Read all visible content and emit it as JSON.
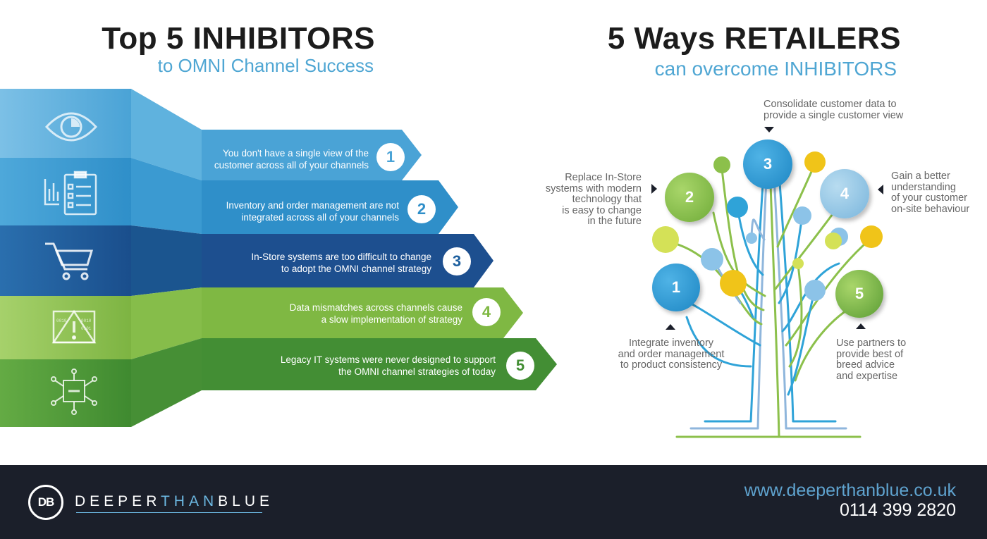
{
  "left": {
    "title": "Top 5 INHIBITORS",
    "subtitle": "to OMNI Channel Success",
    "icons": [
      "eye-icon",
      "clipboard-chart-icon",
      "shopping-cart-icon",
      "warning-triangle-icon",
      "circuit-chip-icon"
    ],
    "items": [
      {
        "number": "1",
        "line1": "You don't have a single view of the",
        "line2": "customer across all of your channels"
      },
      {
        "number": "2",
        "line1": "Inventory and order management are not",
        "line2": "integrated across all of your channels"
      },
      {
        "number": "3",
        "line1": "In-Store systems are too difficult to change",
        "line2": "to adopt the OMNI channel strategy"
      },
      {
        "number": "4",
        "line1": "Data mismatches across channels cause",
        "line2": "a slow implementation of strategy"
      },
      {
        "number": "5",
        "line1": "Legacy IT systems were never designed to support",
        "line2": "the OMNI channel strategies of today"
      }
    ],
    "colors": [
      "#4aa3d6",
      "#2f8fc9",
      "#1d5f9e",
      "#8bc34a",
      "#4f9a3a"
    ]
  },
  "right": {
    "title": "5 Ways RETAILERS",
    "subtitle": "can overcome INHIBITORS",
    "solutions": {
      "s1": {
        "number": "1",
        "lines": [
          "Integrate inventory",
          "and order management",
          "to product consistency"
        ]
      },
      "s2": {
        "number": "2",
        "lines": [
          "Replace In-Store",
          "systems with modern",
          "technology that",
          "is easy to change",
          "in the future"
        ]
      },
      "s3": {
        "number": "3",
        "lines": [
          "Consolidate customer data to",
          "provide a single customer view"
        ]
      },
      "s4": {
        "number": "4",
        "lines": [
          "Gain a better",
          "understanding",
          "of your customer",
          "on-site behaviour"
        ]
      },
      "s5": {
        "number": "5",
        "lines": [
          "Use partners to",
          "provide best of",
          "breed advice",
          "and expertise"
        ]
      }
    }
  },
  "footer": {
    "logo_text": "DB",
    "brand_part1": "DEEPER",
    "brand_part2": "THAN",
    "brand_part3": "BLUE",
    "url": "www.deeperthanblue.co.uk",
    "phone": "0114 399 2820"
  }
}
